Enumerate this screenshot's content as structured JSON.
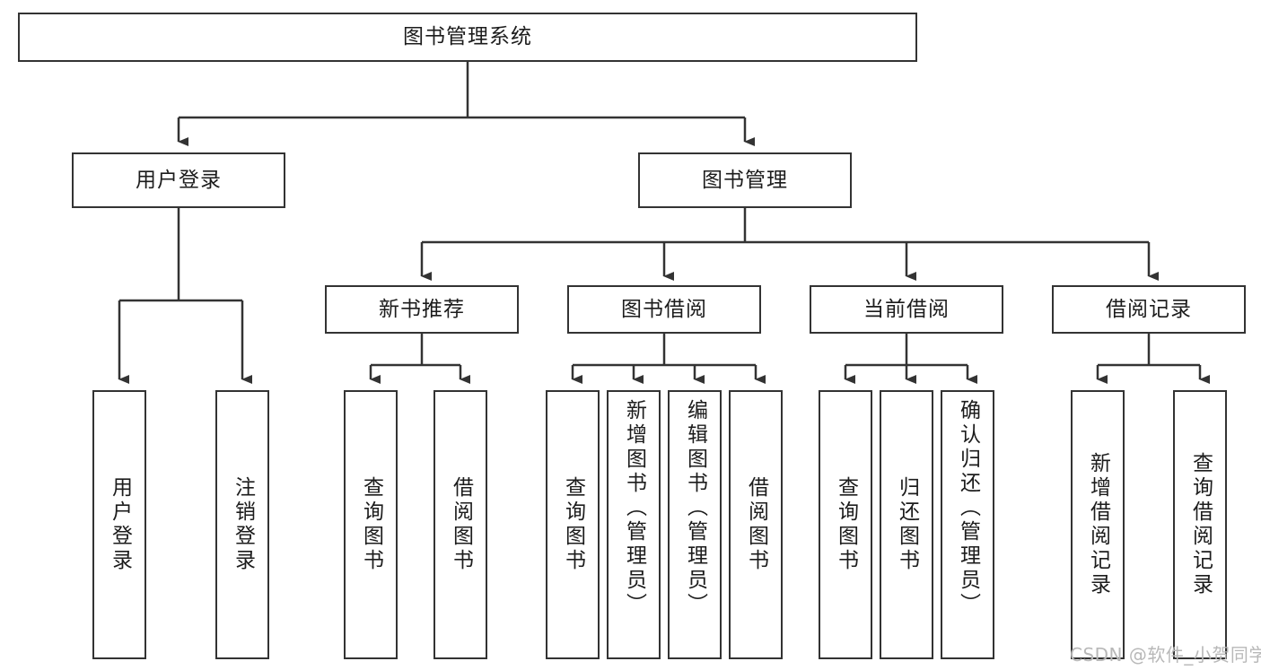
{
  "diagram": {
    "type": "tree",
    "title": "图书管理系统",
    "watermark": "CSDN @软件_小贺同学",
    "stroke_color": "#333333",
    "fill_color": "#ffffff",
    "text_color": "#1c1c1c",
    "nodes": {
      "root": {
        "label": "图书管理系统"
      },
      "l2": [
        {
          "id": "user-login",
          "label": "用户登录"
        },
        {
          "id": "book-manage",
          "label": "图书管理"
        }
      ],
      "l3": [
        {
          "id": "new-book-rec",
          "label": "新书推荐"
        },
        {
          "id": "book-borrow",
          "label": "图书借阅"
        },
        {
          "id": "current-borrow",
          "label": "当前借阅"
        },
        {
          "id": "borrow-record",
          "label": "借阅记录"
        }
      ],
      "leaves": {
        "user_login": [
          {
            "id": "leaf-user-login",
            "label": "用户登录"
          },
          {
            "id": "leaf-logout",
            "label": "注销登录"
          }
        ],
        "new_book_rec": [
          {
            "id": "leaf-query-book-1",
            "label": "查询图书"
          },
          {
            "id": "leaf-borrow-book-1",
            "label": "借阅图书"
          }
        ],
        "book_borrow": [
          {
            "id": "leaf-query-book-2",
            "label": "查询图书"
          },
          {
            "id": "leaf-add-book",
            "label": "新增图书（管理员）"
          },
          {
            "id": "leaf-edit-book",
            "label": "编辑图书（管理员）"
          },
          {
            "id": "leaf-borrow-book-2",
            "label": "借阅图书"
          }
        ],
        "current_borrow": [
          {
            "id": "leaf-query-book-3",
            "label": "查询图书"
          },
          {
            "id": "leaf-return-book",
            "label": "归还图书"
          },
          {
            "id": "leaf-confirm-return",
            "label": "确认归还（管理员）"
          }
        ],
        "borrow_record": [
          {
            "id": "leaf-add-record",
            "label": "新增借阅记录"
          },
          {
            "id": "leaf-query-record",
            "label": "查询借阅记录"
          }
        ]
      }
    }
  }
}
